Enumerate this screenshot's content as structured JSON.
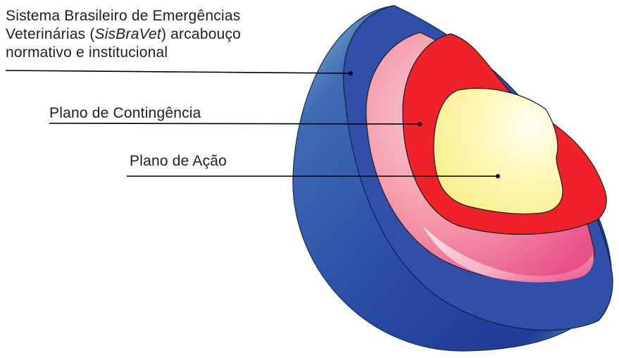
{
  "labels": {
    "outer": {
      "line1": "Sistema Brasileiro de Emergências",
      "line2_pre": "Veterinárias (",
      "line2_italic": "SisBraVet",
      "line2_post": ") arcabouço",
      "line3": "normativo e institucional"
    },
    "middle": "Plano de Contingência",
    "inner": "Plano de Ação"
  },
  "colors": {
    "outer_blue": "#2f4fa8",
    "outer_edge_light": "#8fc0d0",
    "pink_ring": "#f07a8f",
    "red_layer": "#ee2228",
    "core_yellow": "#fbf59a",
    "line": "#000000"
  }
}
